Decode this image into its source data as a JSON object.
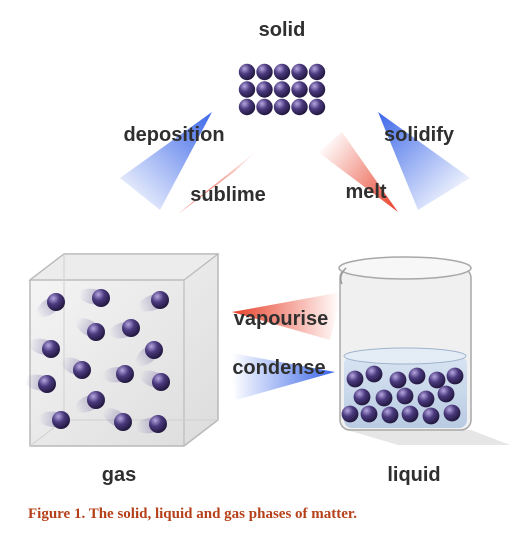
{
  "phases": {
    "solid": "solid",
    "gas": "gas",
    "liquid": "liquid"
  },
  "transitions": {
    "deposition": "deposition",
    "sublime": "sublime",
    "solidify": "solidify",
    "melt": "melt",
    "vapourise": "vapourise",
    "condense": "condense"
  },
  "caption": "Figure 1. The solid, liquid and gas phases of matter.",
  "colors": {
    "particle": "#3b2a63",
    "heating_arrow": "#e8402a",
    "cooling_arrow": "#3a66e8",
    "caption": "#b5411a"
  }
}
